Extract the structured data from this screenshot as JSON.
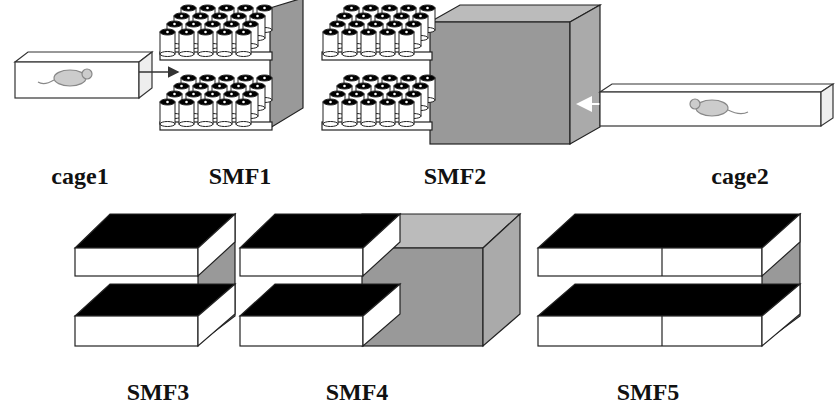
{
  "diagram": {
    "labels": [
      "cage1",
      "SMF1",
      "SMF2",
      "cage2",
      "SMF3",
      "SMF4",
      "SMF5"
    ]
  }
}
